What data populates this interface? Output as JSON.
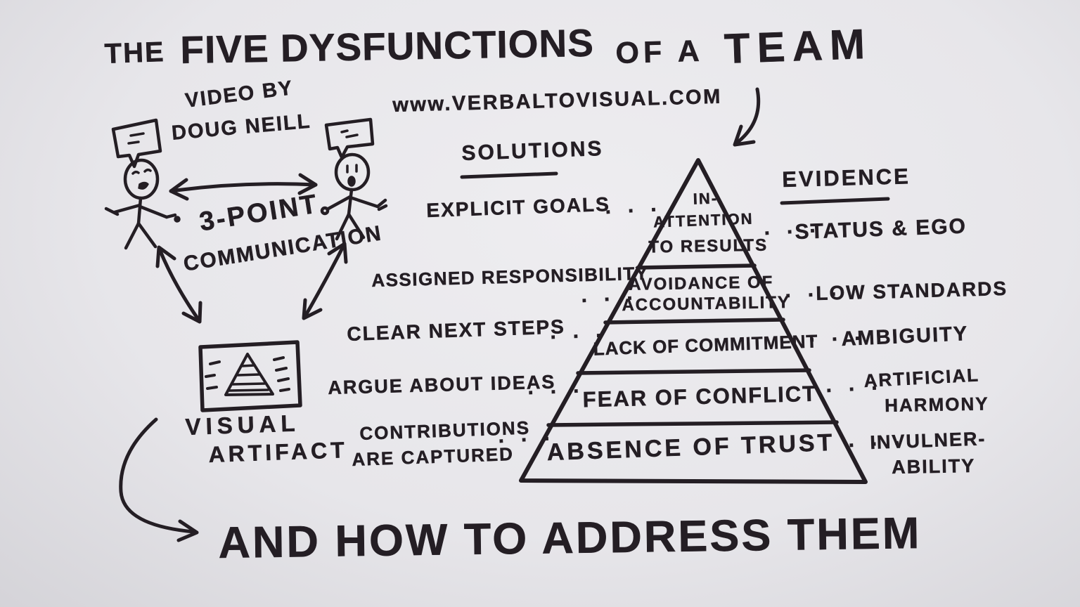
{
  "colors": {
    "ink": "#241e24",
    "board_light": "#eeedf0",
    "board_mid": "#e7e6ea",
    "board_dark": "#d2d1d6"
  },
  "title": {
    "part1": "THE",
    "part2": "FIVE DYSFUNCTIONS",
    "part3": "OF A",
    "part4": "TEAM"
  },
  "credit": {
    "line1": "VIDEO BY",
    "line2": "DOUG NEILL"
  },
  "url": "www.VERBALTOVISUAL.COM",
  "left_diagram": {
    "arrow_label_line1": "3-POINT",
    "arrow_label_line2": "COMMUNICATION",
    "artifact_label_line1": "VISUAL",
    "artifact_label_line2": "ARTIFACT"
  },
  "solutions": {
    "heading": "SOLUTIONS",
    "items": [
      {
        "l1": "EXPLICIT GOALS"
      },
      {
        "l1": "ASSIGNED RESPONSIBILITY"
      },
      {
        "l1": "CLEAR NEXT STEPS"
      },
      {
        "l1": "ARGUE ABOUT IDEAS"
      },
      {
        "l1": "CONTRIBUTIONS",
        "l2": "ARE CAPTURED"
      }
    ]
  },
  "pyramid": {
    "levels": [
      {
        "l1": "IN-",
        "l2": "ATTENTION",
        "l3": "TO RESULTS"
      },
      {
        "l1": "AVOIDANCE OF",
        "l2": "ACCOUNTABILITY"
      },
      {
        "l1": "LACK OF COMMITMENT"
      },
      {
        "l1": "FEAR OF CONFLICT"
      },
      {
        "l1": "ABSENCE OF TRUST"
      }
    ]
  },
  "evidence": {
    "heading": "EVIDENCE",
    "items": [
      {
        "l1": "STATUS & EGO"
      },
      {
        "l1": "LOW STANDARDS"
      },
      {
        "l1": "AMBIGUITY"
      },
      {
        "l1": "ARTIFICIAL",
        "l2": "HARMONY"
      },
      {
        "l1": "INVULNER-",
        "l2": "ABILITY"
      }
    ]
  },
  "footer": "AND HOW TO ADDRESS THEM",
  "marks": {
    "dots": "· · ·"
  }
}
